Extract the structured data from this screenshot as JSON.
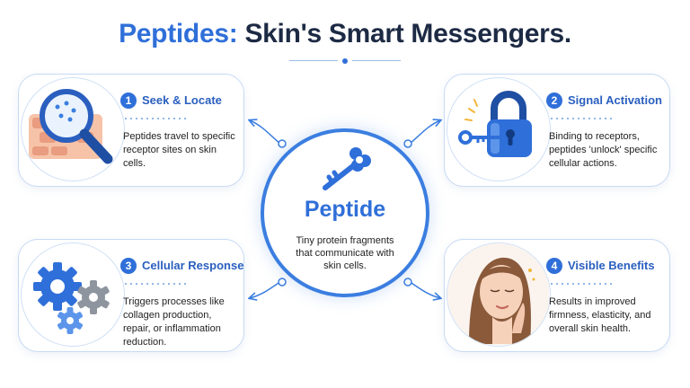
{
  "title": {
    "accent": "Peptides:",
    "rest": " Skin's Smart Messengers."
  },
  "hub": {
    "title": "Peptide",
    "description": "Tiny protein fragments that communicate with skin cells."
  },
  "steps": [
    {
      "number": "1",
      "heading": "Seek & Locate",
      "description": "Peptides travel to specific receptor sites on skin cells.",
      "icon": "magnifier-skin-icon"
    },
    {
      "number": "2",
      "heading": "Signal Activation",
      "description": "Binding to receptors, peptides 'unlock' specific cellular actions.",
      "icon": "key-padlock-icon"
    },
    {
      "number": "3",
      "heading": "Cellular Response",
      "description": "Triggers processes like collagen production, repair, or inflammation reduction.",
      "icon": "gears-icon"
    },
    {
      "number": "4",
      "heading": "Visible Benefits",
      "description": "Results in improved firmness, elasticity, and overall skin health.",
      "icon": "woman-face-icon"
    }
  ],
  "colors": {
    "accent": "#2f6fd9",
    "heading_dark": "#1d2a44",
    "card_border": "#c7daf3"
  }
}
